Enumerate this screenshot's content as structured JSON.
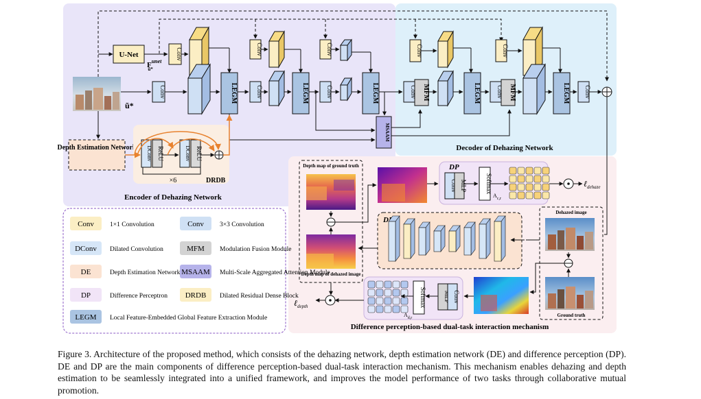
{
  "regions": {
    "encoder": "Encoder of Dehazing Network",
    "decoder": "Decoder of Dehazing Network",
    "dual_task": "Difference perception-based dual-task interaction mechanism"
  },
  "modules": {
    "unet": "U-Net",
    "conv": "Conv",
    "legm": "LEGM",
    "mfm": "MFM",
    "msaam": "MSAAM",
    "relu": "ReLU",
    "dconv": "DConv",
    "depth_net": "Depth Estimation Network",
    "drdb": "DRDB",
    "x6": "×6",
    "dp": "DP",
    "de": "DE",
    "mlp": "MLP",
    "softmax": "Softmax"
  },
  "math": {
    "f_unet_base": "F",
    "f_unet_sup": "unet",
    "f_unet_sub": "ũ*",
    "u_star": "ũ*",
    "a_cr": "A",
    "a_cr_sub": "c,r",
    "a_dr_sub": "d,r",
    "l_dehaze": "ℓ",
    "l_dehaze_sub": "dehaze",
    "l_depth": "ℓ",
    "l_depth_sub": "depth"
  },
  "image_labels": {
    "depth_gt": "Depth map of ground truth",
    "depth_dehazed": "Depth map of dehazed image",
    "dehazed_image": "Dehazed image",
    "ground_truth": "Ground truth"
  },
  "legend": [
    {
      "key": "Conv",
      "desc": "1×1 Convolution",
      "color": "#fbeec4"
    },
    {
      "key": "Conv",
      "desc": "3×3 Convolution",
      "color": "#cfe0f4"
    },
    {
      "key": "DConv",
      "desc": "Dilated Convolution",
      "color": "#d6e6f7"
    },
    {
      "key": "MFM",
      "desc": "Modulation Fusion Module",
      "color": "#d3d3d3"
    },
    {
      "key": "DE",
      "desc": "Depth Estimation Network",
      "color": "#fbe3d2"
    },
    {
      "key": "MSAAM",
      "desc": "Multi-Scale Aggregated Attention Module",
      "color": "#b6b3ea"
    },
    {
      "key": "DP",
      "desc": "Difference Perceptron",
      "color": "#f1e4f7"
    },
    {
      "key": "DRDB",
      "desc": "Dilated Residual Dense Block",
      "color": "#fbeec4"
    },
    {
      "key": "LEGM",
      "desc": "Local Feature-Embedded Global Feature Extraction Module",
      "color": "#aac4e2"
    }
  ],
  "caption": "Figure 3.  Architecture of the proposed method, which consists of the dehazing network, depth estimation network (DE) and difference perception (DP). DE and DP are the main components of difference perception-based dual-task interaction mechanism. This mechanism enables dehazing and depth estimation to be seamlessly integrated into a unified framework, and improves the model performance of two tasks through collaborative mutual promotion.",
  "colors": {
    "encoder_bg": "#e9e5f9",
    "decoder_bg": "#def0fa",
    "dual_bg": "#fbeef0",
    "conv_yellow": "#fbeec4",
    "conv_blue": "#cfe0f4",
    "legm": "#aac4e2",
    "mfm": "#d3d3d3",
    "msaam": "#b6b3ea",
    "orange": "#e8822f"
  }
}
